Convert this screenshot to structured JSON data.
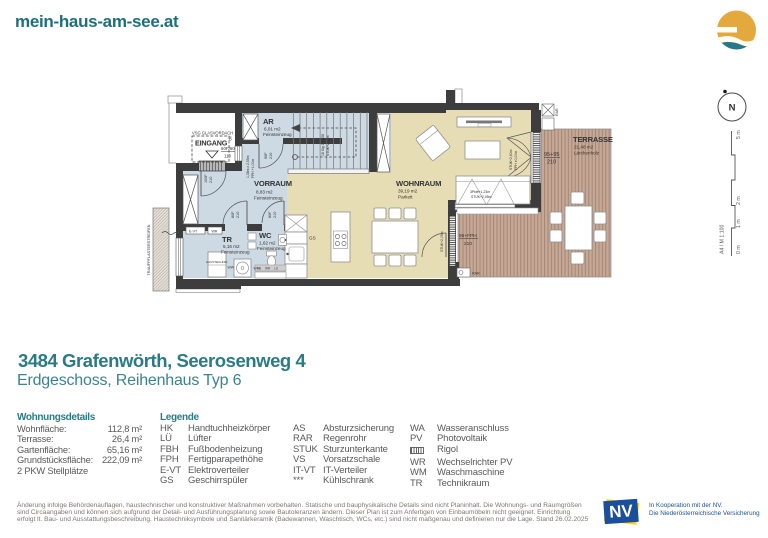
{
  "header": {
    "site": "mein-haus-am-see.at",
    "logo": "sun-and-lake-icon",
    "brand_colors": {
      "teal": "#26788a",
      "yellow": "#e3a93c"
    }
  },
  "title": {
    "main": "3484 Grafenwörth, Seerosenweg 4",
    "sub": "Erdgeschoss, Reihenhaus Typ 6"
  },
  "details": {
    "heading": "Wohnungsdetails",
    "rows": [
      {
        "label": "Wohnfläche:",
        "value": "112,8 m²"
      },
      {
        "label": "Terrasse:",
        "value": "26,4 m²"
      },
      {
        "label": "Gartenfläche:",
        "value": "65,16 m²"
      },
      {
        "label": "Grundstücksfläche:",
        "value": "222,09 m²"
      }
    ],
    "note": "2 PKW Stellplätze"
  },
  "legend": {
    "heading": "Legende",
    "columns": [
      [
        {
          "abbr": "HK",
          "term": "Handtuchheizkörper"
        },
        {
          "abbr": "LÜ",
          "term": "Lüfter"
        },
        {
          "abbr": "FBH",
          "term": "Fußbodenheizung"
        },
        {
          "abbr": "FPH",
          "term": "Fertigparapethöhe"
        },
        {
          "abbr": "E-VT",
          "term": "Elektroverteiler"
        },
        {
          "abbr": "GS",
          "term": "Geschirrspüler"
        }
      ],
      [
        {
          "abbr": "AS",
          "term": "Absturzsicherung"
        },
        {
          "abbr": "RAR",
          "term": "Regenrohr"
        },
        {
          "abbr": "STUK",
          "term": "Sturzunterkante"
        },
        {
          "abbr": "VS",
          "term": "Vorsatzschale"
        },
        {
          "abbr": "IT-VT",
          "term": "IT-Verteiler"
        },
        {
          "abbr": "***",
          "term": "Kühlschrank"
        }
      ],
      [
        {
          "abbr": "WA",
          "term": "Wasseranschluss"
        },
        {
          "abbr": "PV",
          "term": "Photovoltaik"
        },
        {
          "abbr": "rigol-hatch-icon",
          "term": "Rigol"
        },
        {
          "abbr": "WR",
          "term": "Wechselrichter PV"
        },
        {
          "abbr": "WM",
          "term": "Waschmaschine"
        },
        {
          "abbr": "TR",
          "term": "Technikraum"
        }
      ]
    ]
  },
  "plan": {
    "rooms": {
      "eingang": {
        "name": "EINGANG"
      },
      "ar": {
        "name": "AR",
        "area": "6,01 m2",
        "floor": "Feinsteinzeug"
      },
      "vorraum": {
        "name": "VORRAUM",
        "area": "8,83 m2",
        "floor": "Feinsteinzeug"
      },
      "tr": {
        "name": "TR",
        "area": "5,16 m2",
        "floor": "Feinsteinzeug"
      },
      "wc": {
        "name": "WC",
        "area": "1,62 m2",
        "floor": "Feinsteinzeug"
      },
      "wohnraum": {
        "name": "WOHNRAUM",
        "area": "39,19 m2",
        "floor": "Parkett"
      },
      "terrasse": {
        "name": "TERRASSE",
        "area": "21,48 m2",
        "floor": "Lärchenholz"
      }
    },
    "annotations": {
      "canopy": "VSG GLASVORDACH",
      "canopy_note": "OK",
      "entry_win_w": "60F/60",
      "entry_win_h": "110",
      "entry_door_w": "100F",
      "entry_door_h": "210",
      "ar_door_w": "90F",
      "ar_door_h": "210",
      "tr_door_w": "80F",
      "tr_door_h": "210",
      "wc_door_w": "80F",
      "wc_door_h": "210",
      "french_w": "95+95",
      "french_h": "210",
      "dining_win_w": "95+FPH",
      "dining_win_h": "210",
      "sofa_win_1": "3Pkte+1,23m",
      "sofa_win_2": "STUK+2,05m",
      "stair_note": "18 Stg 17,5/28",
      "stair_note2": "STUK+2,62m",
      "vorraum_win": "1,38m x 2,55m",
      "vorraum_win2": "FPH +1,00m",
      "french_note": "STUK+2,60m",
      "french_note2": "FPH ±0,00m",
      "terrace_door_note": "STUK+2,05m",
      "rar": "RAR",
      "haustechnik": "HAUSTECHNIK",
      "ww": "WW",
      "wm": "WM",
      "gs": "GS",
      "evt_box": "E-VT",
      "wr_box": "WR",
      "vs_band": "VS",
      "wr_band": "WR",
      "lue_band": "LÜ",
      "strip": "TRAUFPFLASTERSTREIFEN"
    },
    "colors": {
      "wall": "#3d3d3d",
      "tile_floor": "#cdd9e3",
      "parquet_floor": "#e7ddb5",
      "deck": "#c6a897"
    }
  },
  "compass": {
    "label": "N"
  },
  "scalebar": {
    "labels": [
      "0 m",
      "1 m",
      "2 m",
      "5 m"
    ],
    "sheet": "A4 / M 1:100"
  },
  "footer": {
    "lines": [
      "Änderung infolge Behördenauflagen, haustechnischer und konstruktiver Maßnahmen vorbehalten. Statische und bauphysikalische Details sind nicht Planinhalt. Die Wohnungs- und Raumgrößen",
      "sind Circaangaben und können sich aufgrund der Detail- und Ausführungsplanung sowie Bautoleranzen ändern. Dieser Plan ist zum Anfertigen von Einbaumöbeln nicht geeignet. Einrichtung",
      "erfolgt lt. Bau- und Ausstattungsbeschreibung. Haustechniksymbole und Sanitärkeramik (Badewannen, Waschtisch, WCs, etc.) sind nicht maßgenau und definieren nur die Lage. Stand 26.02.2025"
    ],
    "nv": {
      "logo": "NV",
      "line1": "In Kooperation mit der NV.",
      "line2": "Die Niederösterreichische Versicherung"
    }
  }
}
